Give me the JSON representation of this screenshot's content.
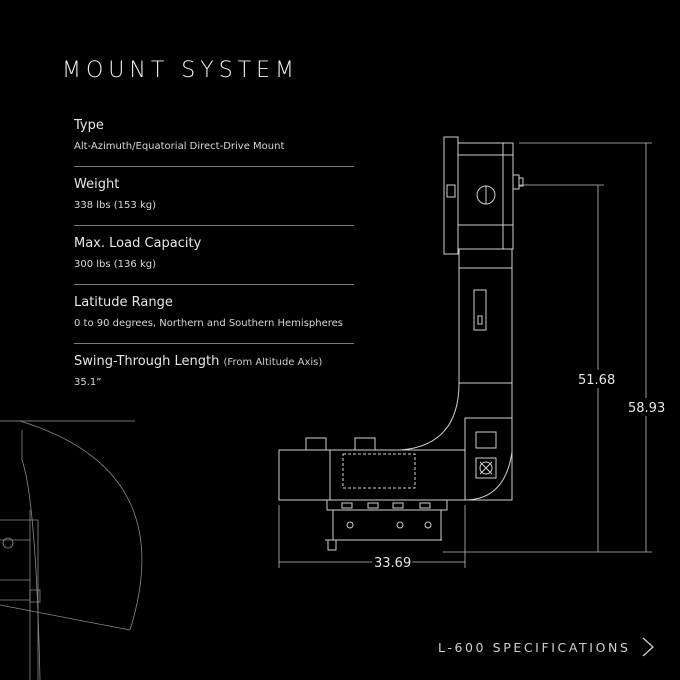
{
  "title": "MOUNT SYSTEM",
  "specs": [
    {
      "label": "Type",
      "note": "",
      "value": "Alt-Azimuth/Equatorial Direct-Drive Mount"
    },
    {
      "label": "Weight",
      "note": "",
      "value": "338 lbs (153 kg)"
    },
    {
      "label": "Max. Load Capacity",
      "note": "",
      "value": "300 lbs (136 kg)"
    },
    {
      "label": "Latitude Range",
      "note": "",
      "value": "0 to 90 degrees, Northern and Southern Hemispheres"
    },
    {
      "label": "Swing-Through Length",
      "note": "(From Altitude Axis)",
      "value": "35.1”"
    }
  ],
  "dimensions": {
    "width": "33.69",
    "height_inner": "51.68",
    "height_total": "58.93"
  },
  "footer": {
    "label": "L-600 SPECIFICATIONS",
    "chevron_icon": "chevron-right-icon"
  }
}
